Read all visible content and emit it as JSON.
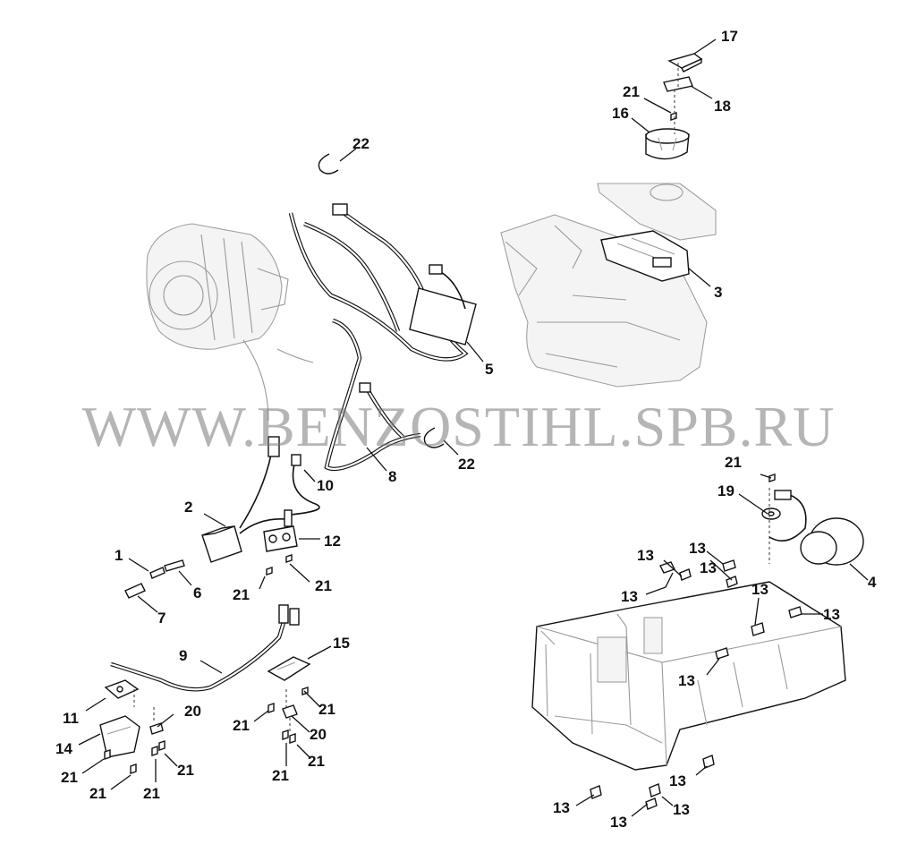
{
  "watermark": "WWW.BENZOSTIHL.SPB.RU",
  "callouts": {
    "c1": "1",
    "c2": "2",
    "c3": "3",
    "c4": "4",
    "c5": "5",
    "c6": "6",
    "c7": "7",
    "c8": "8",
    "c9": "9",
    "c10": "10",
    "c11": "11",
    "c12": "12",
    "c13": "13",
    "c14": "14",
    "c15": "15",
    "c16": "16",
    "c17": "17",
    "c18": "18",
    "c19": "19",
    "c20": "20",
    "c21": "21",
    "c22": "22"
  }
}
